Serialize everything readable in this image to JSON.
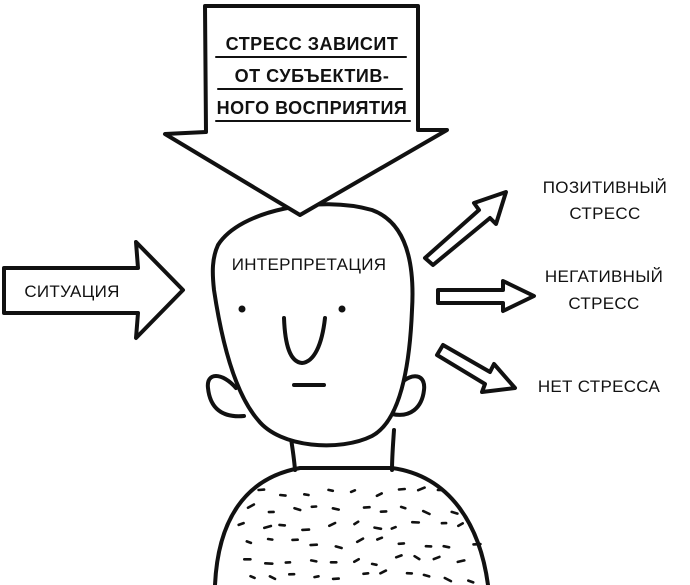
{
  "top_arrow": {
    "lines": [
      "СТРЕСС ЗАВИСИТ",
      "ОТ СУБЪЕКТИВ-",
      "НОГО ВОСПРИЯТИЯ"
    ]
  },
  "input_arrow": {
    "label": "СИТУАЦИЯ"
  },
  "head": {
    "label": "ИНТЕРПРЕТАЦИЯ"
  },
  "outcomes": {
    "positive": [
      "ПОЗИТИВНЫЙ",
      "СТРЕСС"
    ],
    "negative": [
      "НЕГАТИВНЫЙ",
      "СТРЕСС"
    ],
    "none": [
      "НЕТ СТРЕССА"
    ]
  }
}
